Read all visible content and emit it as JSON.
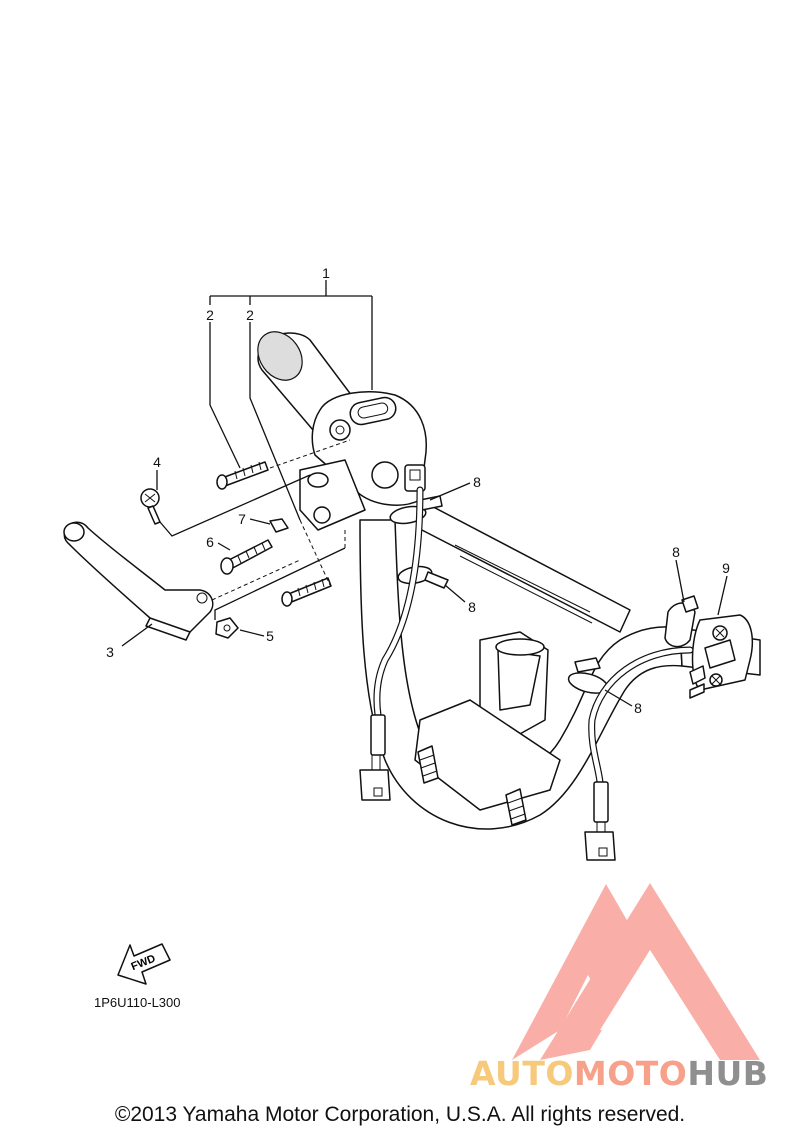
{
  "callouts": {
    "p1": "1",
    "p2a": "2",
    "p2b": "2",
    "p3": "3",
    "p4": "4",
    "p5": "5",
    "p6": "6",
    "p7": "7",
    "p8a": "8",
    "p8b": "8",
    "p8c": "8",
    "p8d": "8",
    "p9": "9"
  },
  "fwd_label": "FWD",
  "diagram_code": "1P6U110-L300",
  "copyright": "©2013 Yamaha Motor Corporation, U.S.A. All rights reserved.",
  "watermark": {
    "part1": "AUTO",
    "part2": "MOTO",
    "part3": "HUB",
    "logo_color": "#f9a29a",
    "colors": [
      "#f7c97a",
      "#f7a08a",
      "#8f8f8f"
    ]
  }
}
